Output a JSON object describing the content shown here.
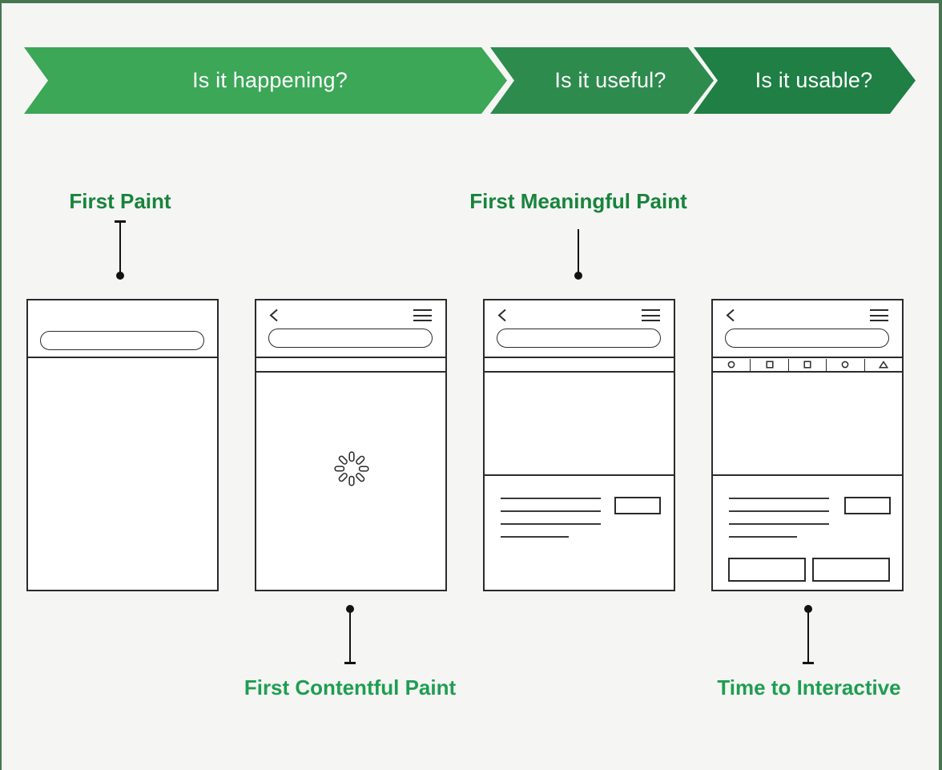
{
  "banner": {
    "steps": [
      {
        "label": "Is it happening?",
        "color": "#3BA757"
      },
      {
        "label": "Is it useful?",
        "color": "#2E8B4E"
      },
      {
        "label": "Is it usable?",
        "color": "#1F7F44"
      }
    ]
  },
  "annotations": {
    "first_paint": {
      "label": "First Paint"
    },
    "first_contentful_paint": {
      "label": "First Contentful Paint"
    },
    "first_meaningful_paint": {
      "label": "First Meaningful Paint"
    },
    "time_to_interactive": {
      "label": "Time to Interactive"
    }
  },
  "phones": [
    {
      "name": "first-paint",
      "elements": [
        "url-pill"
      ]
    },
    {
      "name": "first-contentful-paint",
      "elements": [
        "back-icon",
        "menu-icon",
        "url-pill",
        "loading-spinner"
      ]
    },
    {
      "name": "first-meaningful-paint",
      "elements": [
        "back-icon",
        "menu-icon",
        "url-pill",
        "hero-block",
        "text-lines",
        "action-button"
      ]
    },
    {
      "name": "time-to-interactive",
      "elements": [
        "back-icon",
        "menu-icon",
        "url-pill",
        "tab-bar",
        "hero-block",
        "text-lines",
        "action-button",
        "cta-buttons"
      ],
      "tab_icons": [
        "circle",
        "square",
        "square",
        "circle",
        "triangle"
      ]
    }
  ],
  "colors": {
    "background": "#F5F5F4",
    "outer_frame_green": "#467650",
    "label_green_top": "#17843B",
    "label_green_bottom": "#1E9E50",
    "wireframe_stroke": "#2B2B2B",
    "connector_black": "#121212"
  }
}
